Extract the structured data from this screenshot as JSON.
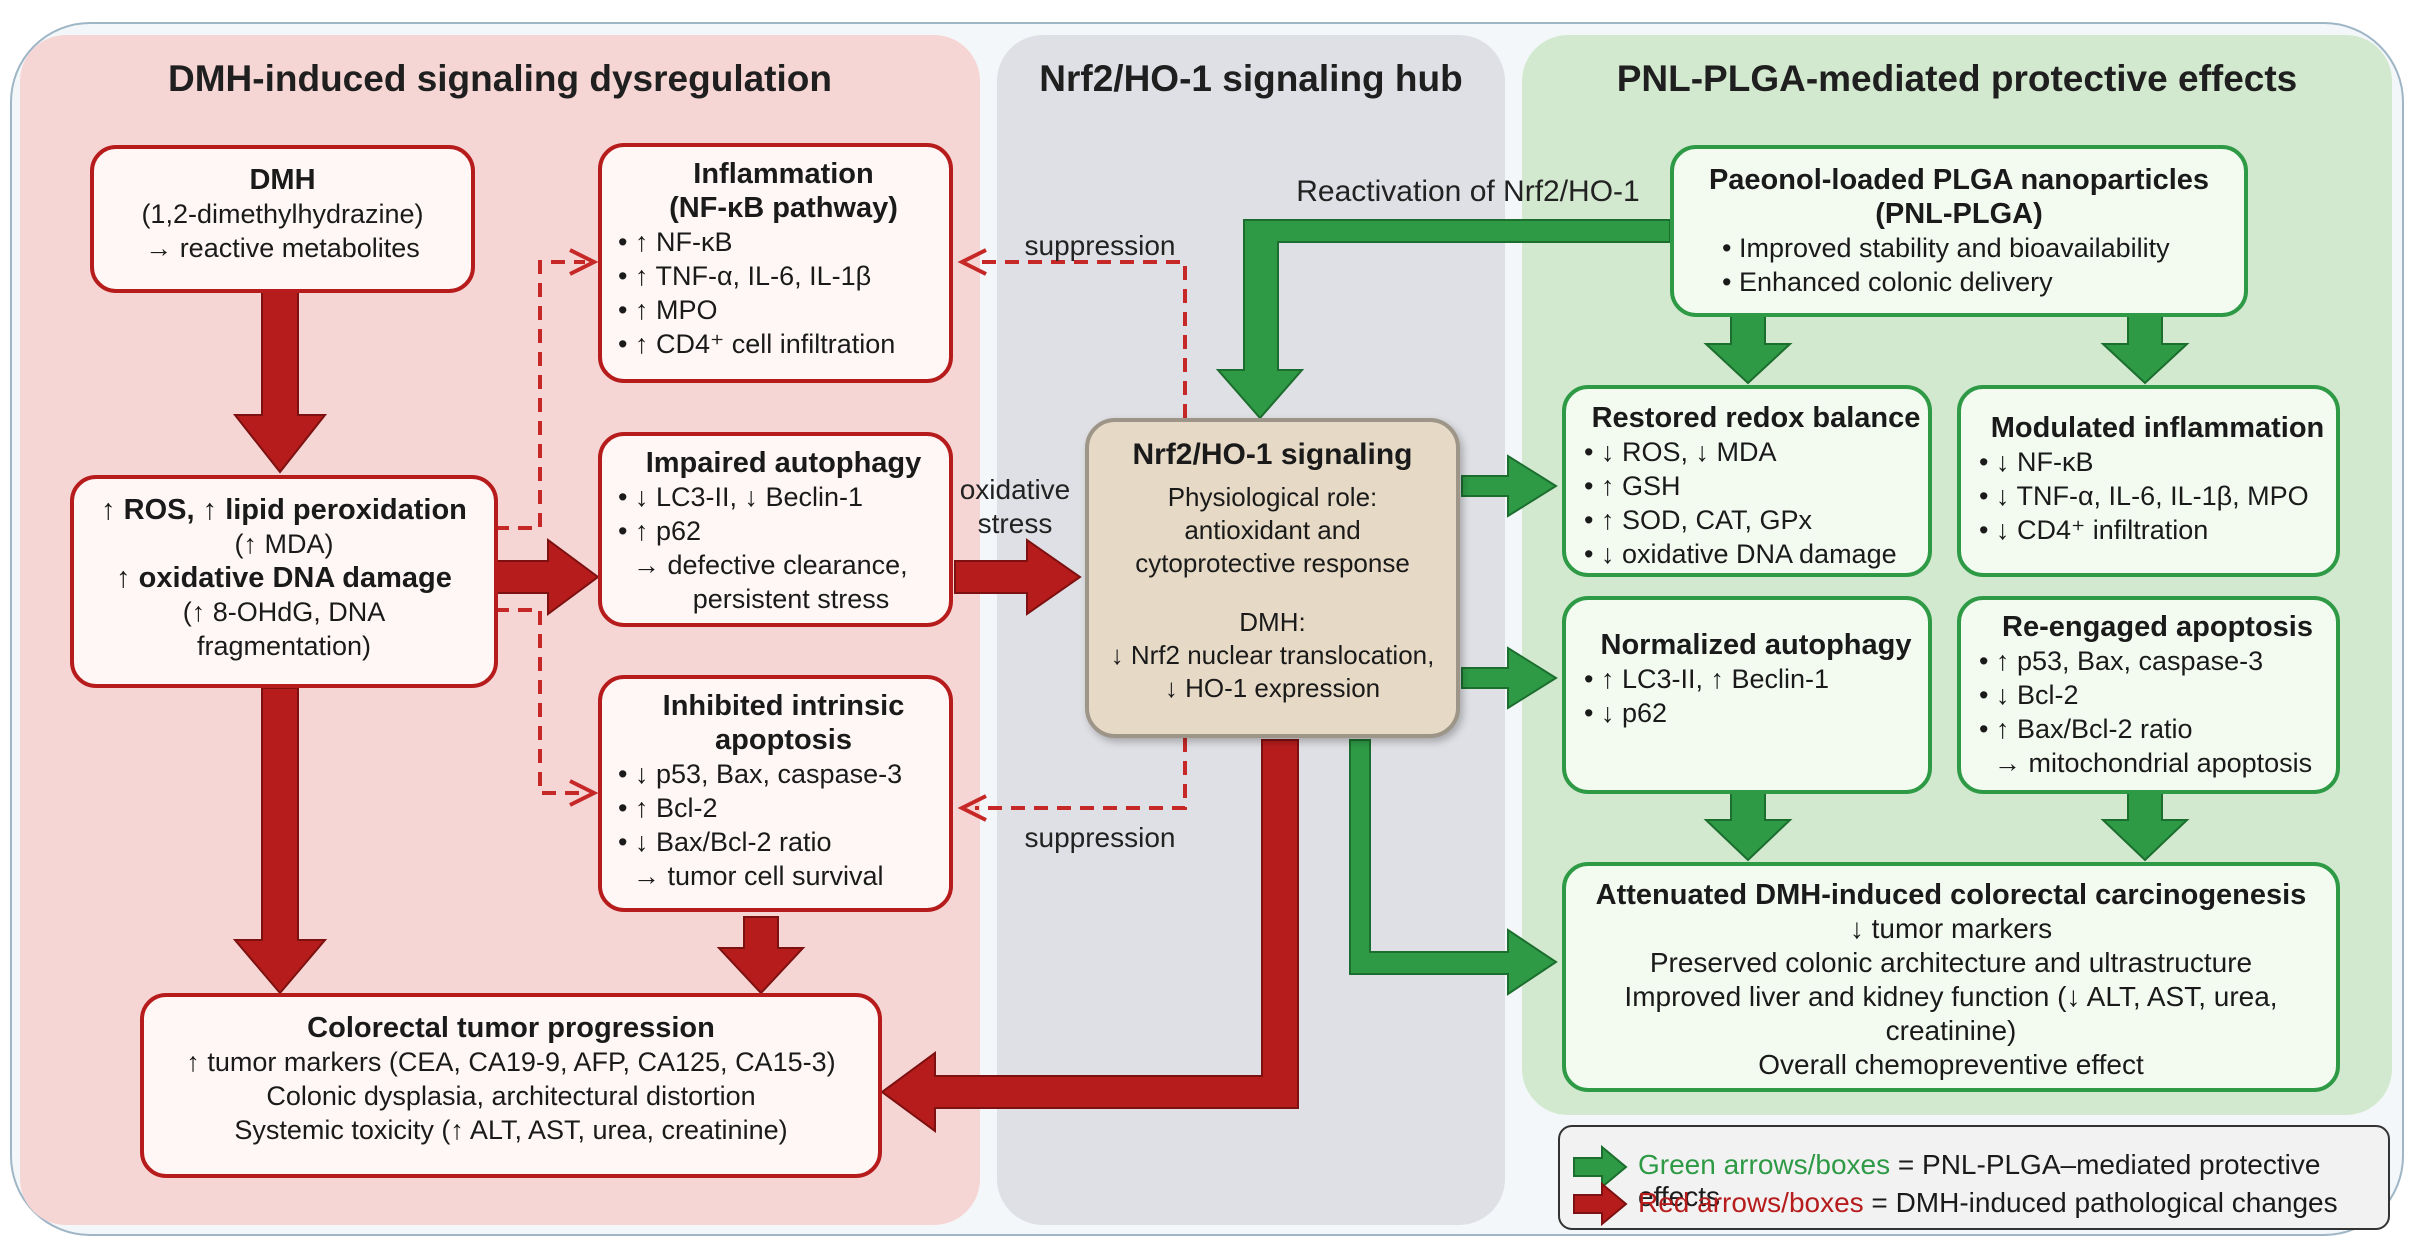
{
  "titles": {
    "left": "DMH-induced signaling dysregulation",
    "middle": "Nrf2/HO-1 signaling hub",
    "right": "PNL-PLGA-mediated protective effects"
  },
  "dmh": {
    "title": "DMH",
    "lines": [
      "(1,2-dimethylhydrazine)",
      "→ reactive metabolites"
    ]
  },
  "ros": {
    "line1": "↑ ROS, ↑ lipid peroxidation",
    "line2": "(↑ MDA)",
    "line3": "↑ oxidative DNA damage",
    "line4": "(↑ 8-OHdG, DNA",
    "line5": "fragmentation)"
  },
  "inflammation": {
    "title1": "Inflammation",
    "title2": "(NF-κB pathway)",
    "items": [
      "• ↑ NF-κB",
      "• ↑ TNF-α, IL-6, IL-1β",
      "• ↑ MPO",
      "• ↑ CD4⁺ cell infiltration"
    ]
  },
  "autophagy": {
    "title": "Impaired autophagy",
    "items": [
      "• ↓ LC3-II, ↓ Beclin-1",
      "• ↑ p62",
      "  → defective clearance,",
      "  persistent stress"
    ]
  },
  "apoptosis": {
    "title1": "Inhibited intrinsic",
    "title2": "apoptosis",
    "items": [
      "• ↓ p53, Bax, caspase-3",
      "• ↑ Bcl-2",
      "• ↓ Bax/Bcl-2 ratio",
      "  → tumor cell survival"
    ]
  },
  "tumor": {
    "title": "Colorectal tumor progression",
    "lines": [
      "↑ tumor markers (CEA, CA19-9, AFP, CA125, CA15-3)",
      "Colonic dysplasia, architectural distortion",
      "Systemic toxicity (↑ ALT, AST, urea, creatinine)"
    ]
  },
  "hub": {
    "title": "Nrf2/HO-1 signaling",
    "lines": [
      "Physiological role:",
      "antioxidant and",
      "cytoprotective response",
      "",
      "DMH:",
      "↓ Nrf2 nuclear translocation,",
      "↓ HO-1 expression"
    ]
  },
  "labels": {
    "suppression_top": "suppression",
    "suppression_bottom": "suppression",
    "oxidative1": "oxidative",
    "oxidative2": "stress",
    "reactivation": "Reactivation of Nrf2/HO-1"
  },
  "pnl": {
    "title1": "Paeonol-loaded PLGA nanoparticles",
    "title2": "(PNL-PLGA)",
    "items": [
      "• Improved stability and bioavailability",
      "• Enhanced colonic delivery"
    ]
  },
  "redox": {
    "title": "Restored redox balance",
    "items": [
      "• ↓ ROS, ↓ MDA",
      "• ↑ GSH",
      "• ↑ SOD, CAT, GPx",
      "• ↓ oxidative DNA damage"
    ]
  },
  "modinf": {
    "title": "Modulated inflammation",
    "items": [
      "• ↓ NF-κB",
      "• ↓ TNF-α, IL-6, IL-1β, MPO",
      "• ↓ CD4⁺ infiltration"
    ]
  },
  "normaut": {
    "title": "Normalized autophagy",
    "items": [
      "• ↑ LC3-II, ↑ Beclin-1",
      "• ↓ p62"
    ]
  },
  "reapop": {
    "title": "Re-engaged apoptosis",
    "items": [
      "• ↑ p53, Bax, caspase-3",
      "• ↓ Bcl-2",
      "• ↑ Bax/Bcl-2 ratio",
      "  → mitochondrial apoptosis"
    ]
  },
  "atten": {
    "title": "Attenuated DMH-induced colorectal carcinogenesis",
    "lines": [
      "↓ tumor markers",
      "Preserved colonic architecture and ultrastructure",
      "Improved liver and kidney function (↓ ALT, AST, urea,",
      "creatinine)",
      "Overall chemopreventive effect"
    ]
  },
  "legend": {
    "green_key": "Green arrows/boxes",
    "green_text": " = PNL-PLGA–mediated protective effects",
    "red_key": "Red arrows/boxes",
    "red_text": " = DMH-induced pathological changes"
  },
  "colors": {
    "red": "#b71c1c",
    "green": "#2e9a46"
  }
}
